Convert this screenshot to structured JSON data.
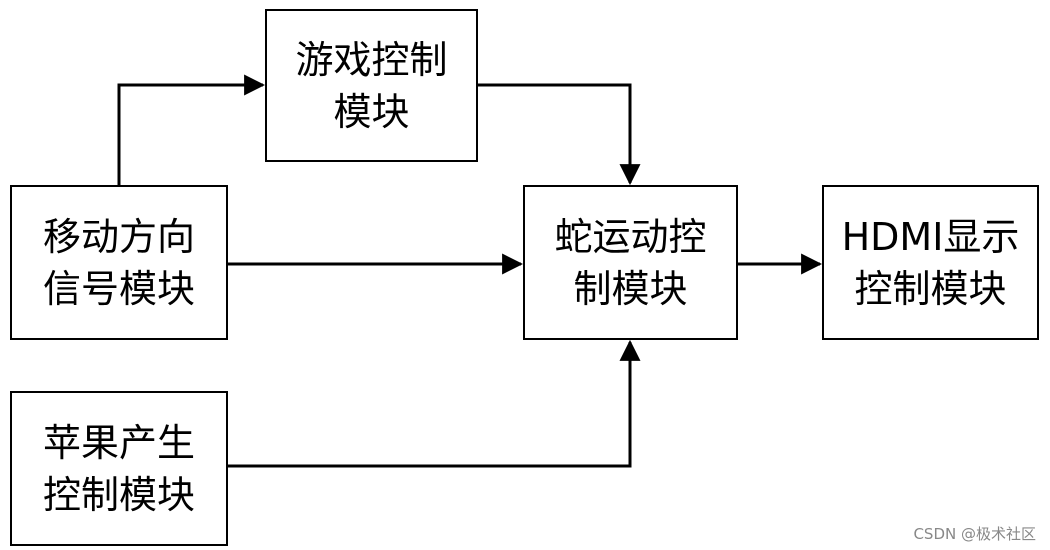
{
  "diagram": {
    "nodes": {
      "game_control": {
        "lines": [
          "游戏控制",
          "模块"
        ]
      },
      "move_signal": {
        "lines": [
          "移动方向",
          "信号模块"
        ]
      },
      "snake_motion": {
        "lines": [
          "蛇运动控",
          "制模块"
        ]
      },
      "hdmi_display": {
        "lines": [
          "HDMI显示",
          "控制模块"
        ]
      },
      "apple_gen": {
        "lines": [
          "苹果产生",
          "控制模块"
        ]
      }
    },
    "edges": [
      {
        "from": "move_signal",
        "to": "game_control"
      },
      {
        "from": "game_control",
        "to": "snake_motion"
      },
      {
        "from": "move_signal",
        "to": "snake_motion"
      },
      {
        "from": "apple_gen",
        "to": "snake_motion"
      },
      {
        "from": "snake_motion",
        "to": "hdmi_display"
      }
    ]
  },
  "watermark": "CSDN @极术社区"
}
